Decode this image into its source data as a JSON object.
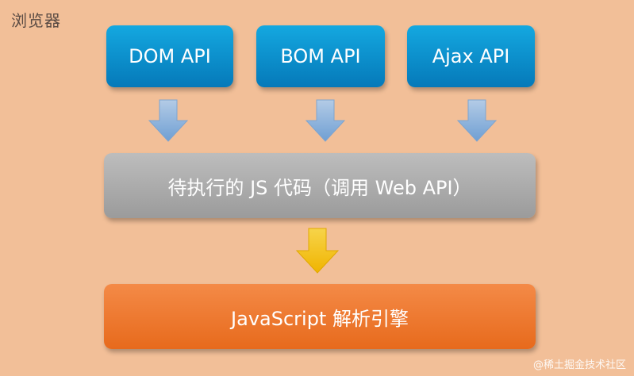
{
  "title": "浏览器",
  "apis": [
    {
      "label": "DOM API"
    },
    {
      "label": "BOM API"
    },
    {
      "label": "Ajax API"
    }
  ],
  "code_box": {
    "label": "待执行的 JS 代码（调用 Web API）"
  },
  "engine_box": {
    "label": "JavaScript 解析引擎"
  },
  "watermark": "@稀土掘金技术社区",
  "colors": {
    "background": "#f2bf98",
    "api_blue": "#0b93d2",
    "code_gray": "#a9a9a9",
    "engine_orange": "#ee7a30",
    "arrow_blue": "#88b3de",
    "arrow_yellow": "#f4c20b"
  }
}
